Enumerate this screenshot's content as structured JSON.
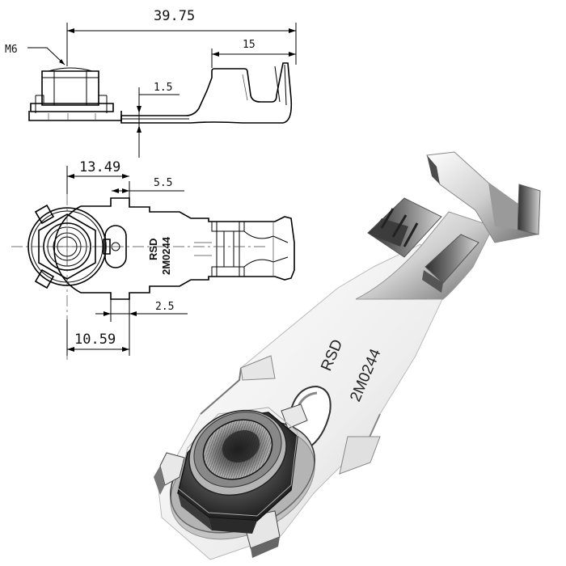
{
  "drawing": {
    "dimensions": {
      "overall_length": "39.75",
      "crimp_length": "15",
      "thickness": "1.5",
      "to_neck": "13.49",
      "neck_width": "5.5",
      "tab_width": "2.5",
      "to_tab": "10.59"
    },
    "thread_callout": "M6",
    "part_marking": {
      "line1": "RSD",
      "line2": "2M0244"
    }
  },
  "colors": {
    "line": "#000000",
    "metal_light": "#f2f2f2",
    "metal_mid": "#bdbdbd",
    "metal_dark": "#4a4a4a"
  }
}
